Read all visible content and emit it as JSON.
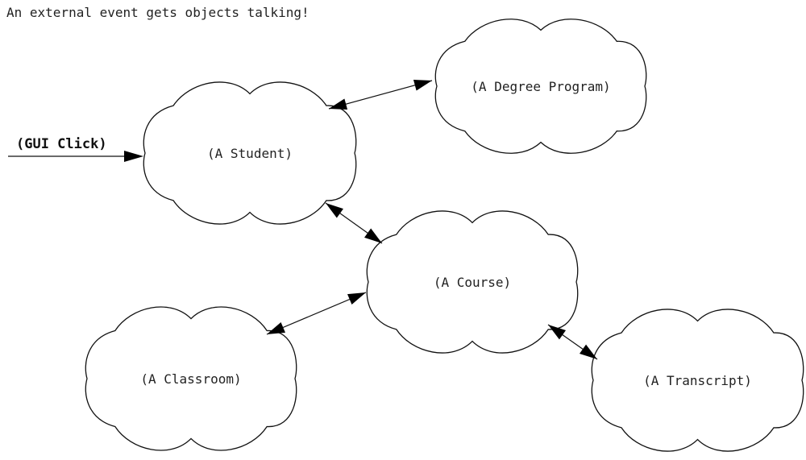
{
  "caption": "An external event gets objects talking!",
  "external_event": {
    "label": "(GUI Click)",
    "target": "student"
  },
  "nodes": [
    {
      "id": "student",
      "label": "(A Student)"
    },
    {
      "id": "degree",
      "label": "(A Degree Program)"
    },
    {
      "id": "course",
      "label": "(A Course)"
    },
    {
      "id": "classroom",
      "label": "(A Classroom)"
    },
    {
      "id": "transcript",
      "label": "(A Transcript)"
    }
  ],
  "edges": [
    {
      "from": "student",
      "to": "degree",
      "direction": "bidirectional"
    },
    {
      "from": "student",
      "to": "course",
      "direction": "bidirectional"
    },
    {
      "from": "course",
      "to": "classroom",
      "direction": "bidirectional"
    },
    {
      "from": "course",
      "to": "transcript",
      "direction": "bidirectional"
    }
  ]
}
